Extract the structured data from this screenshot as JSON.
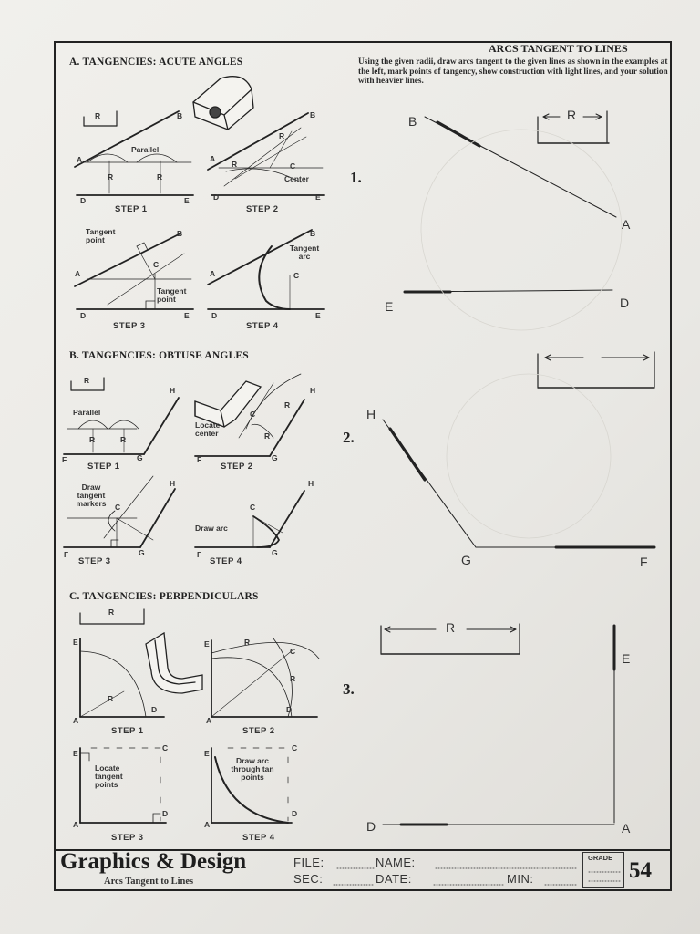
{
  "header": {
    "title": "ARCS TANGENT TO LINES",
    "instructions": "Using the given radii, draw arcs tangent to the given lines as shown in the examples at the left, mark points of tangency, show construction with light lines, and your solution with heavier lines."
  },
  "sections": {
    "a": {
      "title": "A. TANGENCIES: ACUTE ANGLES",
      "steps": [
        "STEP 1",
        "STEP 2",
        "STEP 3",
        "STEP 4"
      ],
      "labels": {
        "parallel": "Parallel",
        "center": "Center",
        "tangent_point": "Tangent point",
        "tangent_point2": "Tangent point",
        "tangent_arc": "Tangent arc",
        "A": "A",
        "B": "B",
        "C": "C",
        "D": "D",
        "E": "E",
        "R": "R"
      }
    },
    "b": {
      "title": "B. TANGENCIES: OBTUSE ANGLES",
      "steps": [
        "STEP 1",
        "STEP 2",
        "STEP 3",
        "STEP 4"
      ],
      "labels": {
        "parallel": "Parallel",
        "locate_center": "Locate center",
        "draw_tangent_markers": "Draw tangent markers",
        "draw_arc": "Draw arc",
        "F": "F",
        "G": "G",
        "H": "H",
        "C": "C",
        "R": "R"
      }
    },
    "c": {
      "title": "C. TANGENCIES: PERPENDICULARS",
      "steps": [
        "STEP 1",
        "STEP 2",
        "STEP 3",
        "STEP 4"
      ],
      "labels": {
        "locate_tangent_points": "Locate tangent points",
        "draw_arc_through": "Draw arc through tan points",
        "A": "A",
        "C": "C",
        "D": "D",
        "E": "E",
        "R": "R"
      }
    }
  },
  "problems": {
    "p1": {
      "number": "1.",
      "labels": {
        "B": "B",
        "A": "A",
        "E": "E",
        "D": "D",
        "R": "R"
      }
    },
    "p2": {
      "number": "2.",
      "labels": {
        "H": "H",
        "G": "G",
        "F": "F"
      }
    },
    "p3": {
      "number": "3.",
      "labels": {
        "R": "R",
        "E": "E",
        "D": "D",
        "A": "A"
      }
    }
  },
  "title_block": {
    "brand": "Graphics & Design",
    "subtitle": "Arcs Tangent to Lines",
    "file_label": "FILE:",
    "name_label": "NAME:",
    "sec_label": "SEC:",
    "date_label": "DATE:",
    "min_label": "MIN:",
    "grade_label": "GRADE",
    "page_number": "54"
  }
}
